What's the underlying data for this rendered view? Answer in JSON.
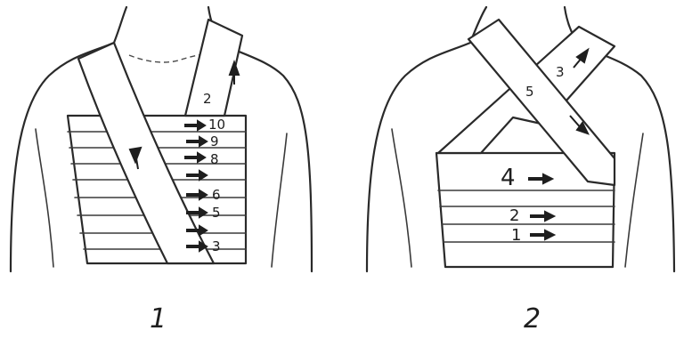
{
  "figure_1": {
    "caption": "1",
    "turn_labels": [
      "2",
      "10",
      "9",
      "8",
      "6",
      "5",
      "3"
    ]
  },
  "figure_2": {
    "caption": "2",
    "turn_labels": [
      "3",
      "5",
      "4",
      "2",
      "1"
    ]
  }
}
